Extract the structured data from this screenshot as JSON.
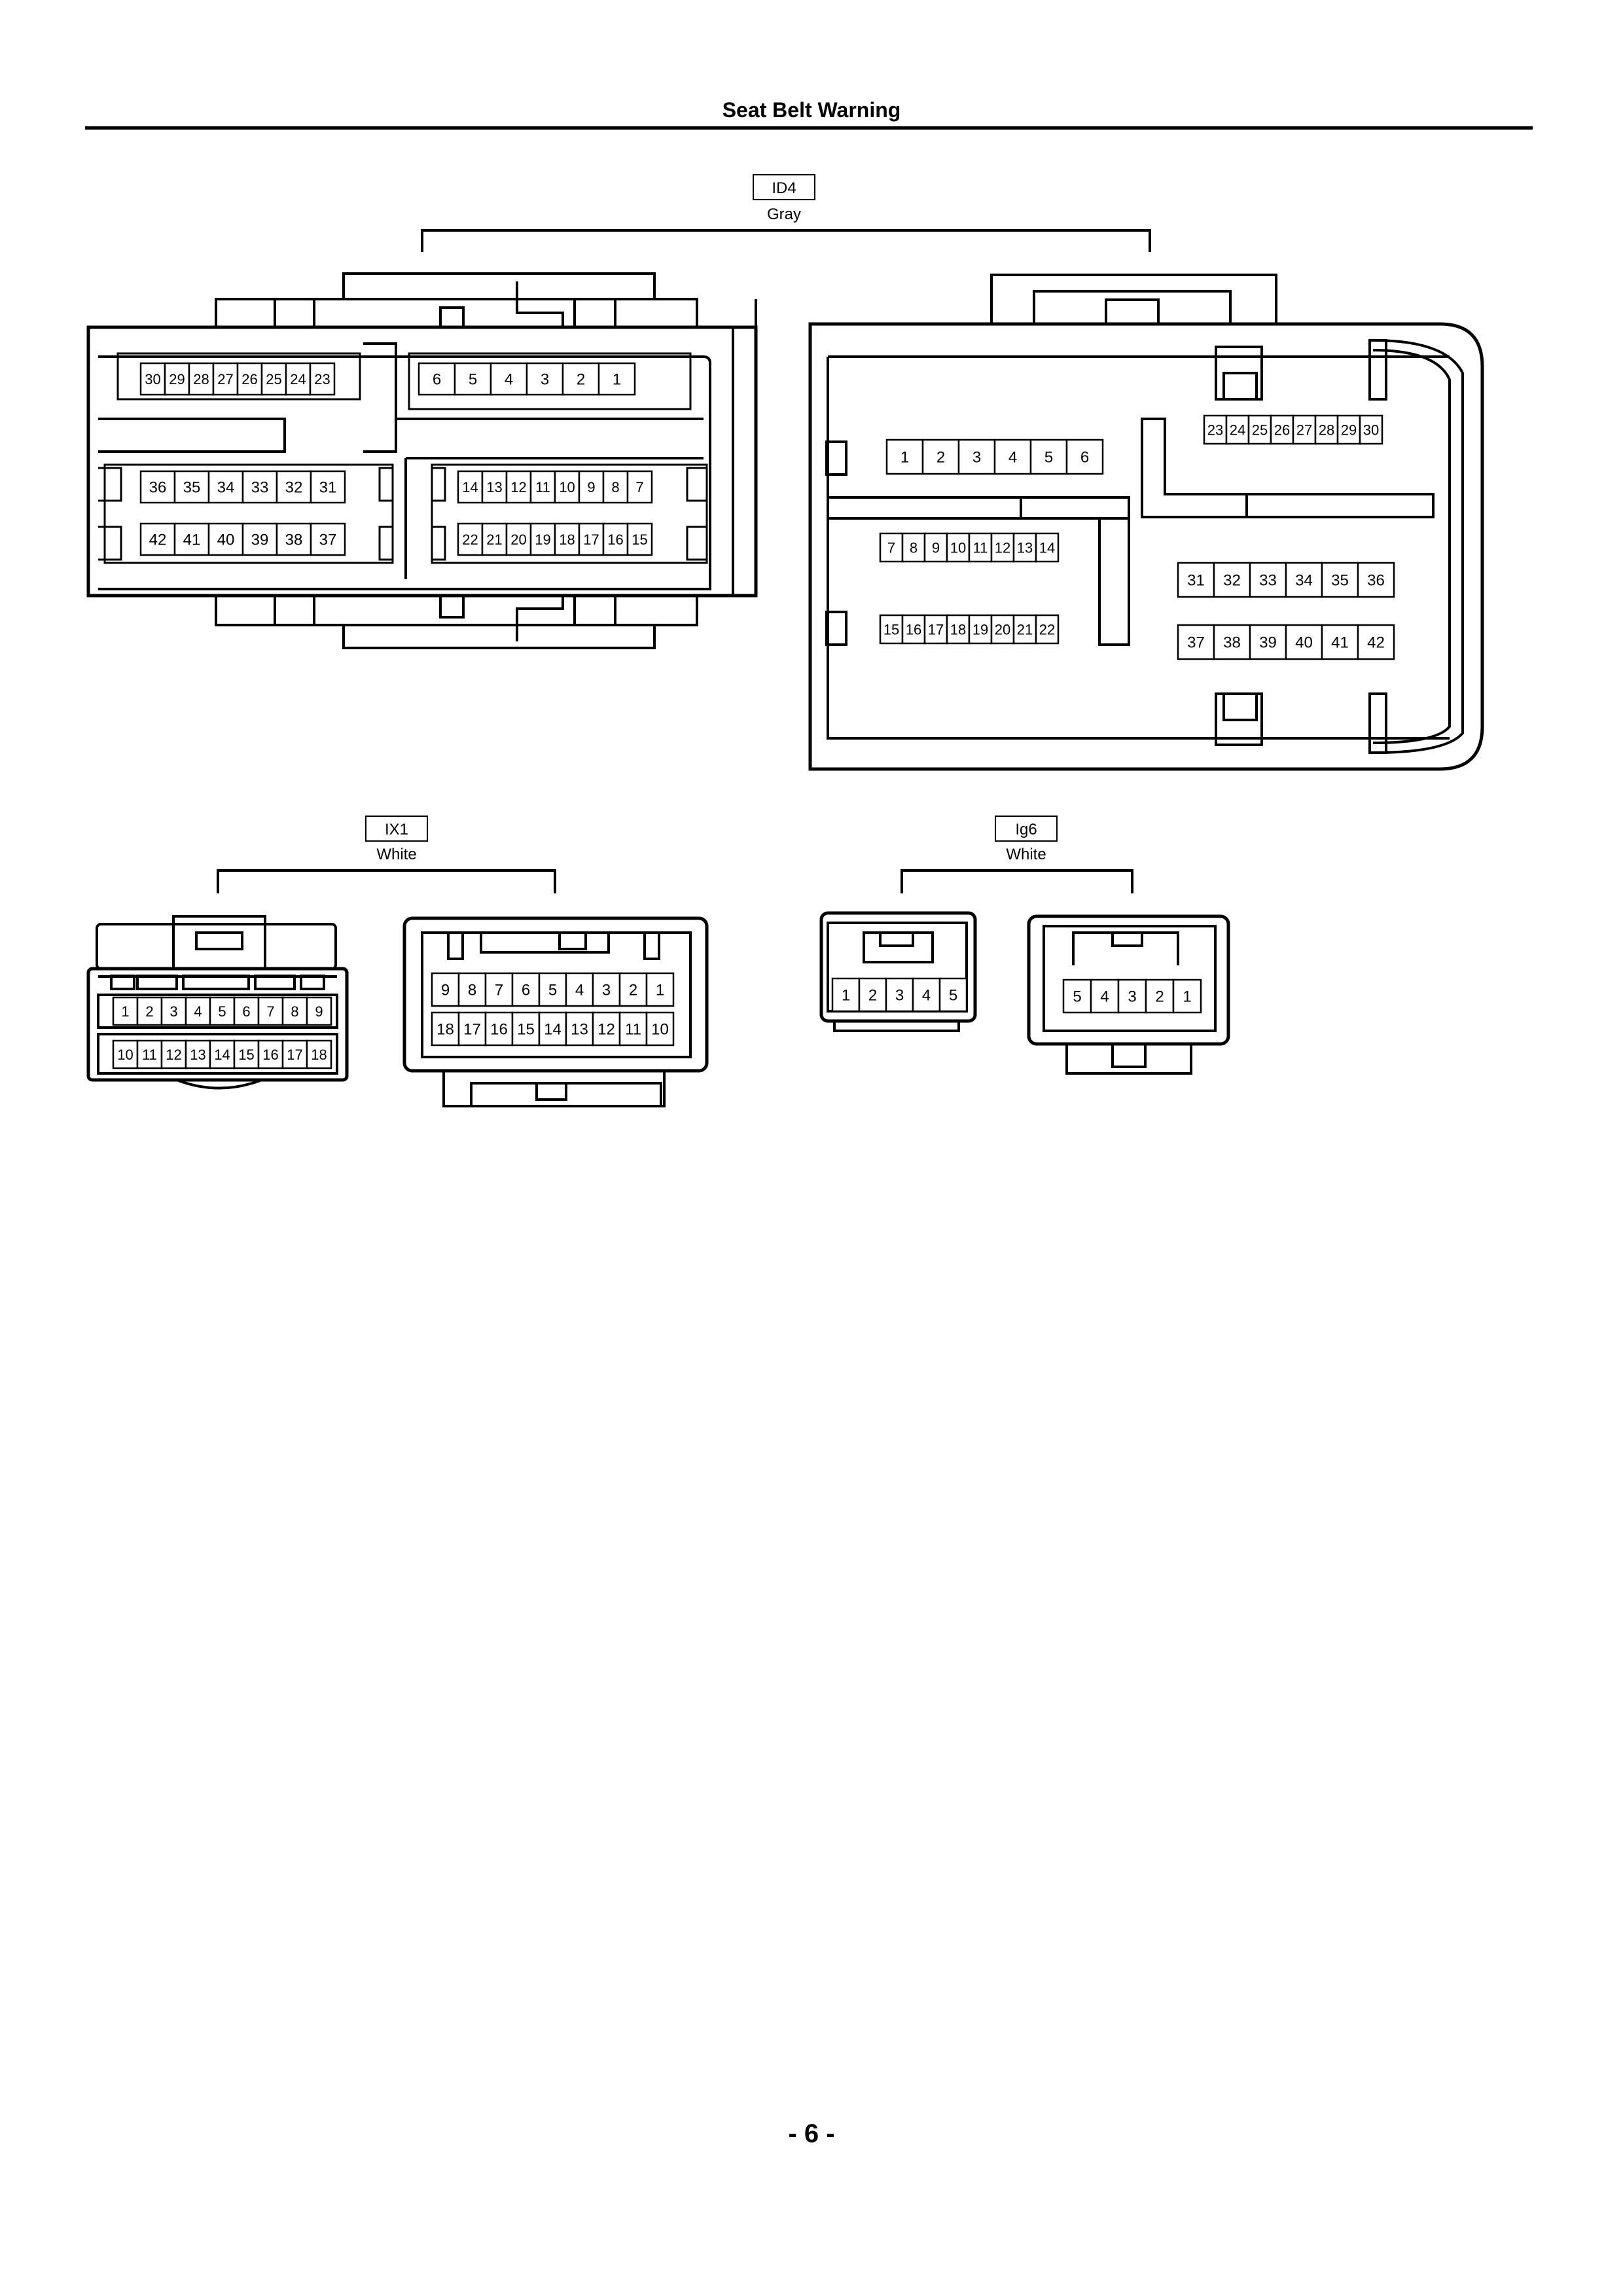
{
  "page": {
    "title": "Seat Belt Warning",
    "number": "- 6 -"
  },
  "connectors": [
    {
      "id": "ID4",
      "color": "Gray",
      "views": [
        {
          "name": "id4-harness-side",
          "rows": [
            [
              "30",
              "29",
              "28",
              "27",
              "26",
              "25",
              "24",
              "23"
            ],
            [
              "6",
              "5",
              "4",
              "3",
              "2",
              "1"
            ],
            [
              "36",
              "35",
              "34",
              "33",
              "32",
              "31"
            ],
            [
              "14",
              "13",
              "12",
              "11",
              "10",
              "9",
              "8",
              "7"
            ],
            [
              "42",
              "41",
              "40",
              "39",
              "38",
              "37"
            ],
            [
              "22",
              "21",
              "20",
              "19",
              "18",
              "17",
              "16",
              "15"
            ]
          ]
        },
        {
          "name": "id4-component-side",
          "rows": [
            [
              "1",
              "2",
              "3",
              "4",
              "5",
              "6"
            ],
            [
              "23",
              "24",
              "25",
              "26",
              "27",
              "28",
              "29",
              "30"
            ],
            [
              "7",
              "8",
              "9",
              "10",
              "11",
              "12",
              "13",
              "14"
            ],
            [
              "31",
              "32",
              "33",
              "34",
              "35",
              "36"
            ],
            [
              "15",
              "16",
              "17",
              "18",
              "19",
              "20",
              "21",
              "22"
            ],
            [
              "37",
              "38",
              "39",
              "40",
              "41",
              "42"
            ]
          ]
        }
      ]
    },
    {
      "id": "IX1",
      "color": "White",
      "views": [
        {
          "name": "ix1-left",
          "rows": [
            [
              "1",
              "2",
              "3",
              "4",
              "5",
              "6",
              "7",
              "8",
              "9"
            ],
            [
              "10",
              "11",
              "12",
              "13",
              "14",
              "15",
              "16",
              "17",
              "18"
            ]
          ]
        },
        {
          "name": "ix1-right",
          "rows": [
            [
              "9",
              "8",
              "7",
              "6",
              "5",
              "4",
              "3",
              "2",
              "1"
            ],
            [
              "18",
              "17",
              "16",
              "15",
              "14",
              "13",
              "12",
              "11",
              "10"
            ]
          ]
        }
      ]
    },
    {
      "id": "Ig6",
      "color": "White",
      "views": [
        {
          "name": "ig6-left",
          "rows": [
            [
              "1",
              "2",
              "3",
              "4",
              "5"
            ]
          ]
        },
        {
          "name": "ig6-right",
          "rows": [
            [
              "5",
              "4",
              "3",
              "2",
              "1"
            ]
          ]
        }
      ]
    }
  ]
}
